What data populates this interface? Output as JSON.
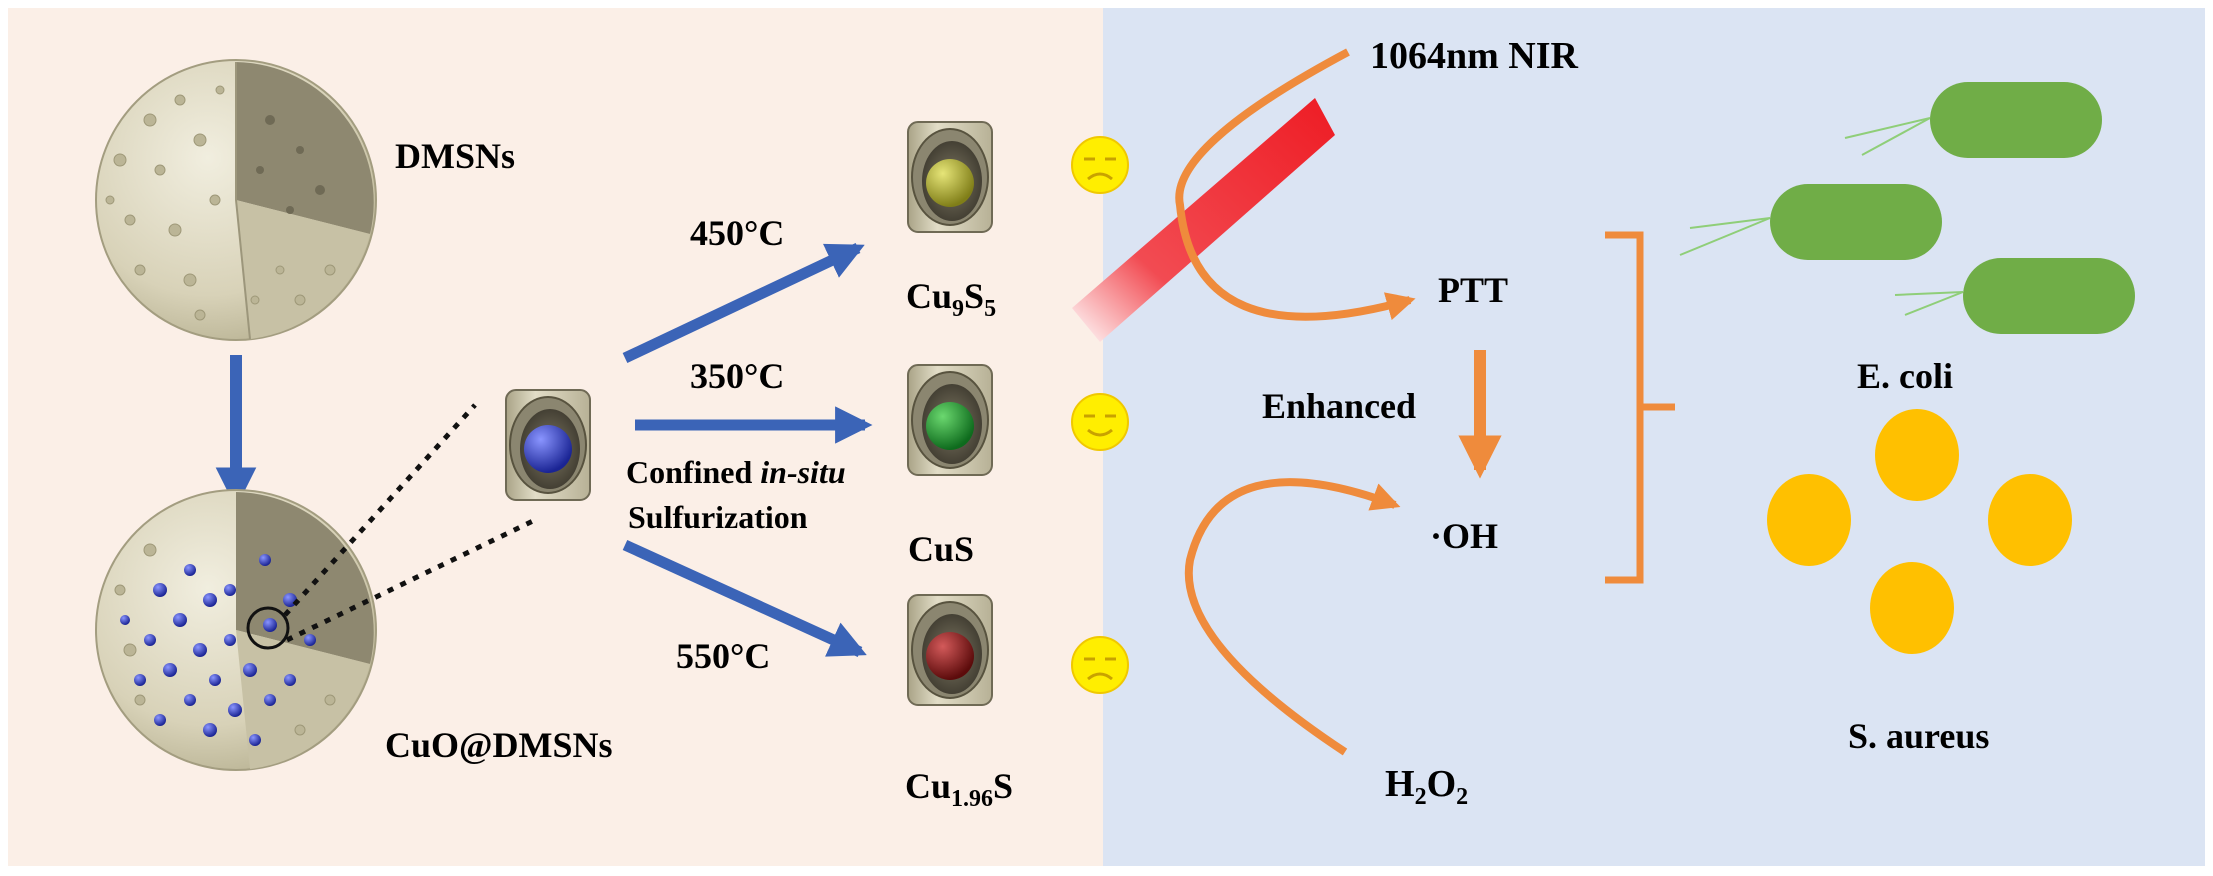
{
  "colors": {
    "left_panel": "#fbefe7",
    "right_panel": "#dbe4f3",
    "blue_arrow": "#3b64b7",
    "orange": "#ef8b3c",
    "laser": "#ee1c24",
    "shell": "#cfc9ae",
    "ecoli": "#70ad47",
    "saureus": "#ffc000",
    "face": "#ffee00",
    "cu9s5_core": "#a7a62e",
    "cus_core": "#1f9a33",
    "cu196s_core": "#8f1a1a",
    "cuo_core": "#2532a5"
  },
  "labels": {
    "dmsns": "DMSNs",
    "cuo_dmsns": "CuO@DMSNs",
    "t450": "450°C",
    "t350": "350°C",
    "t550": "550°C",
    "confined_1": "Confined ",
    "confined_2": "in-situ",
    "sulfurization": "Sulfurization",
    "cu9s5_base": "Cu",
    "cu9s5_sub1": "9",
    "cu9s5_mid": "S",
    "cu9s5_sub2": "5",
    "cus": "CuS",
    "cu196s_base": "Cu",
    "cu196s_sub": "1.96",
    "cu196s_tail": "S",
    "nir": "1064nm NIR",
    "ptt": "PTT",
    "enhanced": "Enhanced",
    "oh": "·OH",
    "h2o2_h": "H",
    "h2o2_2a": "2",
    "h2o2_o": "O",
    "h2o2_2b": "2",
    "ecoli": "E. coli",
    "saureus": "S. aureus"
  },
  "icons": {
    "sad_face_1": "sad-face-icon",
    "happy_face": "happy-face-icon",
    "sad_face_2": "sad-face-icon"
  }
}
